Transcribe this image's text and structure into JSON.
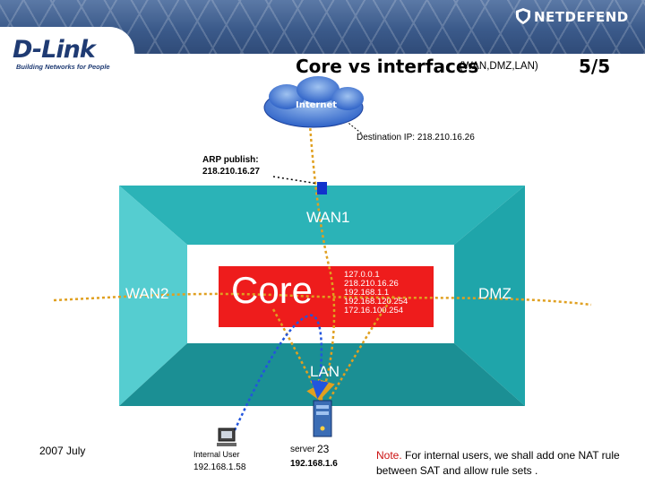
{
  "header": {
    "brand": "NETDEFEND",
    "logo": "D-Link",
    "logo_tagline": "Building Networks for People"
  },
  "title": {
    "main": "Core vs interfaces",
    "sub": "(WAN,DMZ,LAN)",
    "page": "5/5"
  },
  "diagram": {
    "cloud_label": "Internet",
    "destination": "Destination IP: 218.210.16.26",
    "arp_publish_title": "ARP publish:",
    "arp_publish_ip": "218.210.16.27",
    "zones": {
      "wan1": "WAN1",
      "wan2": "WAN2",
      "dmz": "DMZ",
      "lan": "LAN"
    },
    "core_label": "Core",
    "core_ips": [
      "127.0.0.1",
      "218.210.16.26",
      "192.168.1.1",
      "192.168.120.254",
      "172.16.100.254"
    ],
    "internal_user": {
      "label": "Internal User",
      "ip": "192.168.1.58"
    },
    "server": {
      "label": "server",
      "number": "23",
      "ip": "192.168.1.6"
    }
  },
  "footer": {
    "date": "2007 July",
    "note_prefix": "Note.",
    "note_text": " For internal users, we shall add one NAT rule between SAT and allow rule sets ."
  },
  "colors": {
    "header_blue": "#3b5a8a",
    "teal": "#2bb3b7",
    "teal_light": "#55cdd0",
    "teal_dark": "#1b8f94",
    "core_red": "#ee1c1c",
    "path_orange": "#e0a020",
    "path_blue": "#2255dd"
  }
}
